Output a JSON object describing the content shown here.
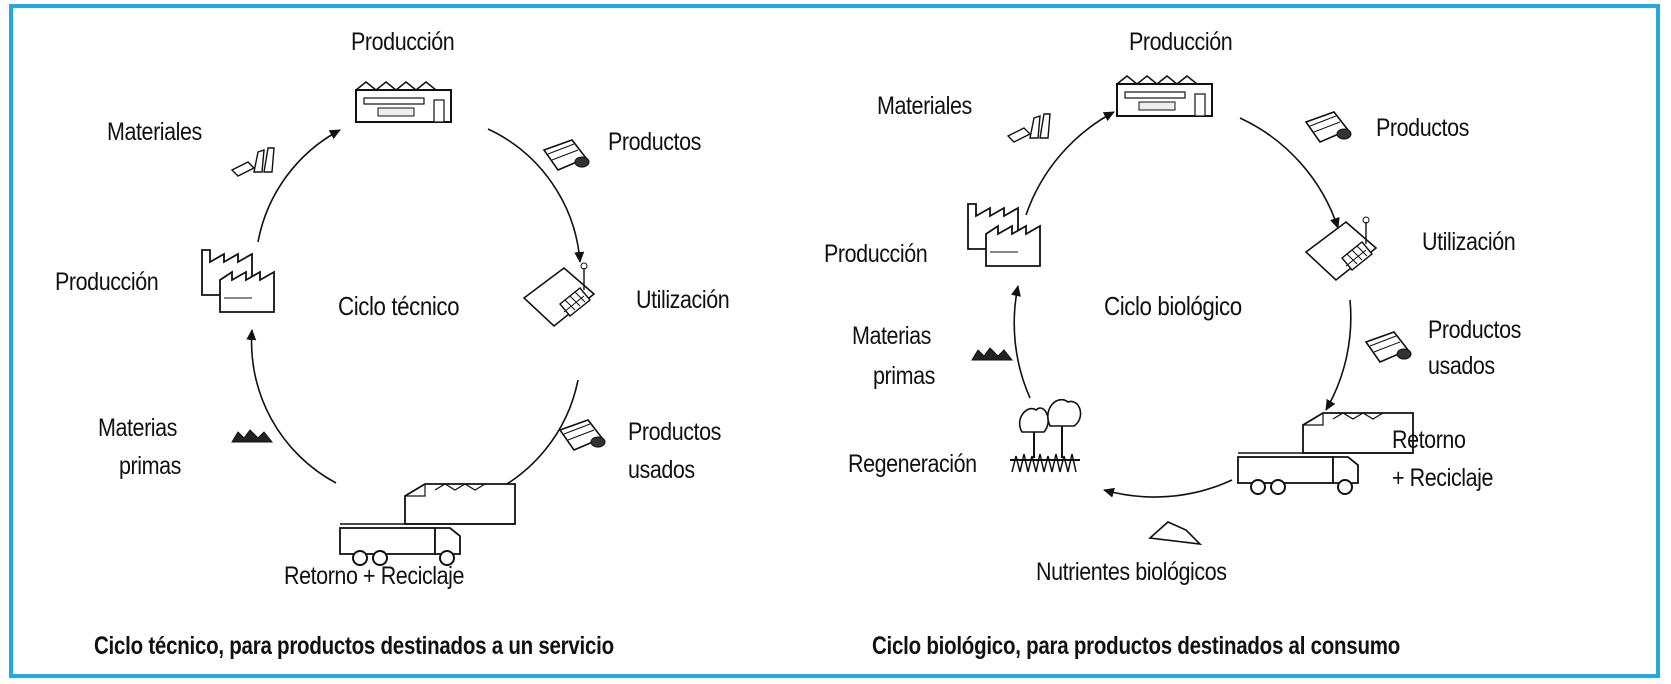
{
  "left": {
    "center_label": "Ciclo técnico",
    "caption": "Ciclo técnico, para productos destinados a un servicio",
    "nodes": {
      "production_top": "Producción",
      "products": "Productos",
      "use": "Utilización",
      "used_products_1": "Productos",
      "used_products_2": "usados",
      "return": "Retorno + Reciclaje",
      "raw_materials_1": "Materias",
      "raw_materials_2": "primas",
      "production_side": "Producción",
      "materials": "Materiales"
    }
  },
  "right": {
    "center_label": "Ciclo biológico",
    "caption": "Ciclo biológico, para productos destinados al consumo",
    "nodes": {
      "production_top": "Producción",
      "products": "Productos",
      "use": "Utilización",
      "used_products_1": "Productos",
      "used_products_2": "usados",
      "return_1": "Retorno",
      "return_2": "+ Reciclaje",
      "nutrients": "Nutrientes biológicos",
      "regeneration": "Regeneración",
      "raw_materials_1": "Materias",
      "raw_materials_2": "primas",
      "production_side": "Producción",
      "materials": "Materiales"
    }
  },
  "colors": {
    "frame": "#24a8e0",
    "ink": "#111111"
  },
  "icons": [
    "factory-icon",
    "supplier-factory-icon",
    "truck-icon",
    "paper-roll-icon",
    "tablet-icon",
    "material-pieces-icon",
    "raw-material-pile-icon",
    "trees-icon",
    "nutrient-pile-icon"
  ]
}
